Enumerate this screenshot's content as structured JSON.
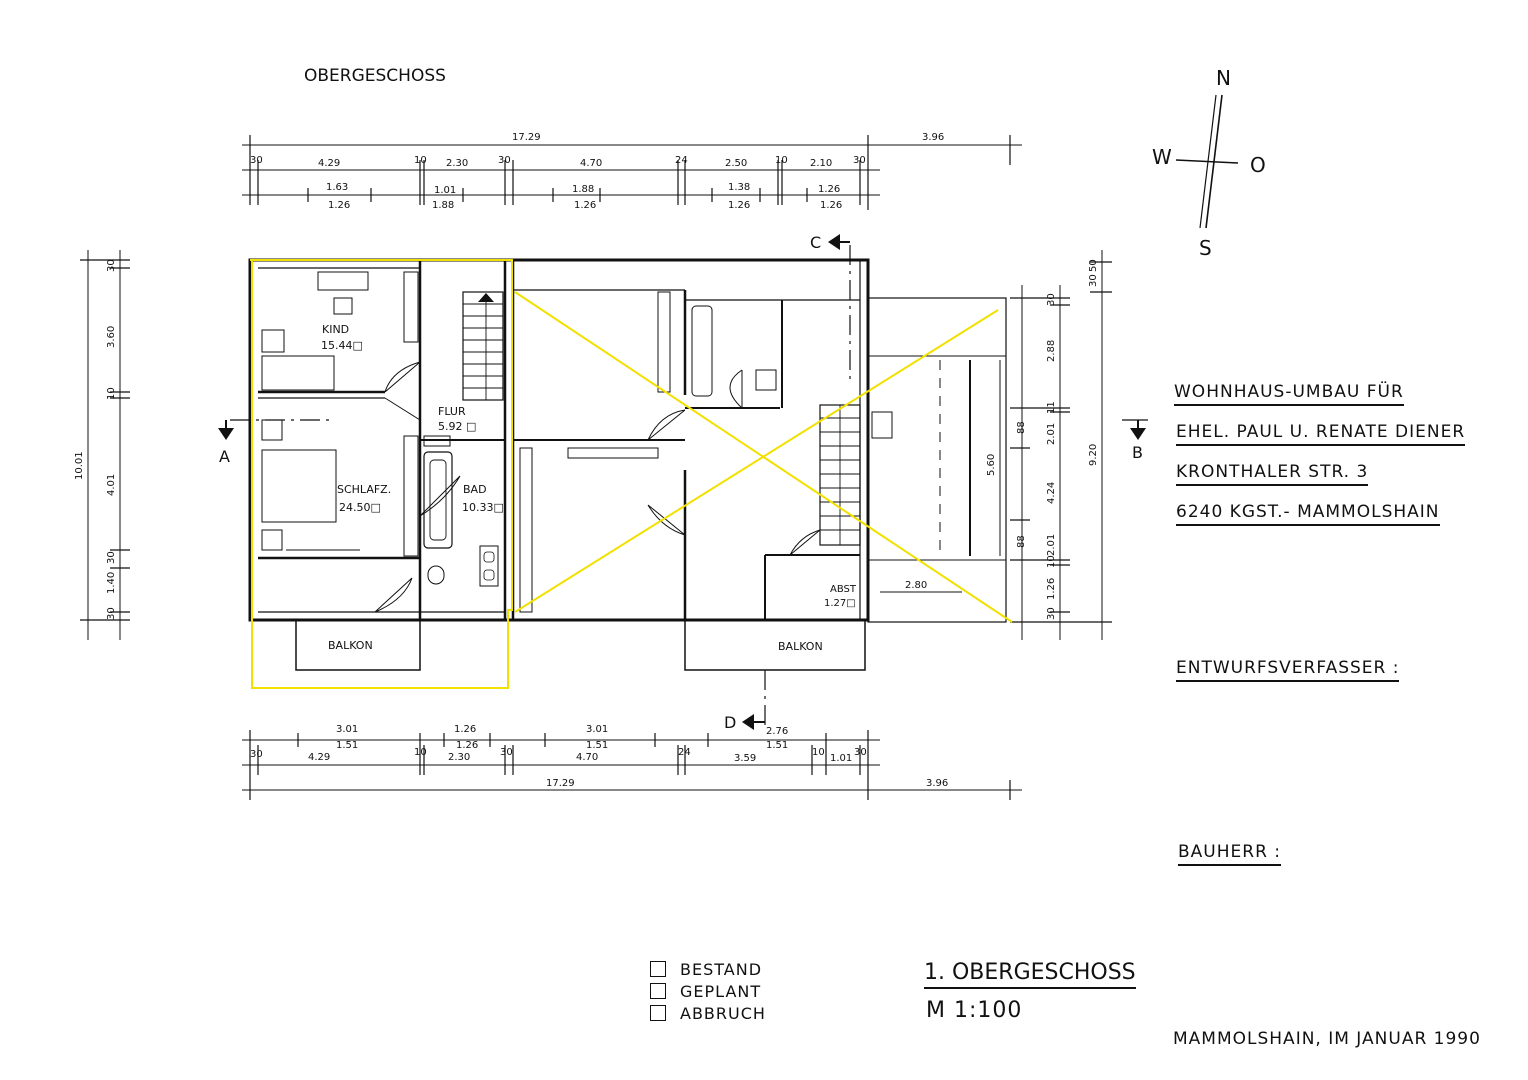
{
  "sheet": {
    "heading": "OBERGESCHOSS",
    "compass": {
      "n": "N",
      "s": "S",
      "w": "W",
      "o": "O"
    },
    "sections": {
      "a": "A",
      "b": "B",
      "c": "C",
      "d": "D"
    }
  },
  "title_block": {
    "line1": "WOHNHAUS-UMBAU  FÜR",
    "line2": "EHEL.  PAUL U. RENATE DIENER",
    "line3": "KRONTHALER STR. 3",
    "line4": "6240 KGST.- MAMMOLSHAIN",
    "designer_label": "ENTWURFSVERFASSER :",
    "owner_label": "BAUHERR :",
    "drawing_title": "1. OBERGESCHOSS",
    "scale": "M  1:100",
    "place_date": "MAMMOLSHAIN, IM  JANUAR 1990"
  },
  "legend": {
    "items": [
      {
        "label": "BESTAND",
        "checked": false
      },
      {
        "label": "GEPLANT",
        "checked": false
      },
      {
        "label": "ABBRUCH",
        "checked": false
      }
    ]
  },
  "rooms": {
    "kind": {
      "name": "KIND",
      "area": "15.44□"
    },
    "flur": {
      "name": "FLUR",
      "area": "5.92 □"
    },
    "schlafz": {
      "name": "SCHLAFZ.",
      "area": "24.50□"
    },
    "bad": {
      "name": "BAD",
      "area": "10.33□"
    },
    "balkon_left": "BALKON",
    "balkon_right": "BALKON",
    "abst": {
      "name": "ABST",
      "area": "1.27□"
    },
    "terrace_dim": "2.80",
    "terrace_depth": "5.60"
  },
  "dims_top": {
    "overall": "17.29",
    "extra": "3.96",
    "row2": [
      "30",
      "4.29",
      "10",
      "2.30",
      "30",
      "4.70",
      "24",
      "2.50",
      "10",
      "2.10",
      "30"
    ],
    "row3_top": [
      "1.63",
      "1.01",
      "1.88",
      "1.38",
      "1.26"
    ],
    "row3_bottom": [
      "1.26",
      "1.88",
      "1.26",
      "1.26",
      "1.26"
    ]
  },
  "dims_bottom": {
    "row1_top": [
      "3.01",
      "1.26",
      "3.01",
      "2.76"
    ],
    "row1_bottom": [
      "1.51",
      "1.26",
      "1.51",
      "1.51"
    ],
    "row2": [
      "30",
      "4.29",
      "10",
      "2.30",
      "30",
      "4.70",
      "24",
      "3.59",
      "10",
      "1.01",
      "30"
    ],
    "overall": "17.29",
    "extra": "3.96"
  },
  "dims_left": {
    "overall": "10.01",
    "items": [
      "30",
      "3.60",
      "10",
      "4.01",
      "30",
      "1.40",
      "30"
    ]
  },
  "dims_right": {
    "overall": "9.20",
    "outer": [
      "30",
      "50"
    ],
    "items": [
      "30",
      "2.88",
      "11",
      "2.01",
      "4.24",
      "2.01",
      "10",
      "1.26",
      "30"
    ],
    "minor": [
      "88",
      "88"
    ]
  },
  "overlay": {
    "highlight_color": "#f2e000",
    "line_color": "#111111"
  }
}
